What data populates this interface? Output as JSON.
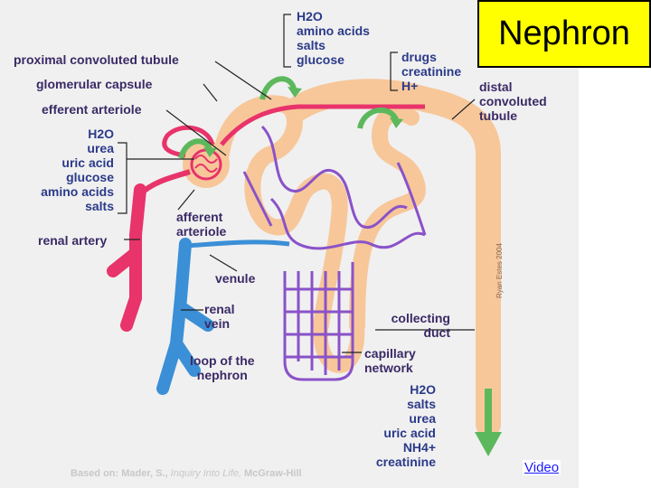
{
  "title": "Nephron",
  "video_link": "Video",
  "credit": {
    "prefix": "Based on: Mader, S.,",
    "book": "Inquiry Into Life,",
    "publisher": "McGraw-Hill"
  },
  "signature": "Ryan Estes 2004",
  "labels": {
    "proximal": "proximal convoluted tubule",
    "glomerular": "glomerular capsule",
    "efferent": "efferent arteriole",
    "left_substances": [
      "H2O",
      "urea",
      "uric acid",
      "glucose",
      "amino acids",
      "salts"
    ],
    "renal_artery": "renal artery",
    "afferent": [
      "afferent",
      "arteriole"
    ],
    "venule": "venule",
    "renal_vein": [
      "renal",
      "vein"
    ],
    "loop": [
      "loop of the",
      "nephron"
    ],
    "capillary": [
      "capillary",
      "network"
    ],
    "collecting": [
      "collecting",
      "duct"
    ],
    "top_substances": [
      "H2O",
      "amino acids",
      "salts",
      "glucose"
    ],
    "secreted": [
      "drugs",
      "creatinine",
      "H+"
    ],
    "distal": [
      "distal",
      "convoluted",
      "tubule"
    ],
    "urine_substances": [
      "H2O",
      "salts",
      "urea",
      "uric acid",
      "NH4+",
      "creatinine"
    ]
  },
  "colors": {
    "artery": "#e8336b",
    "vein": "#3b8fd6",
    "capillary": "#8a52c8",
    "tubule": "#f7c79a",
    "arrow_green": "#5cb85c",
    "title_bg": "#ffff00"
  }
}
